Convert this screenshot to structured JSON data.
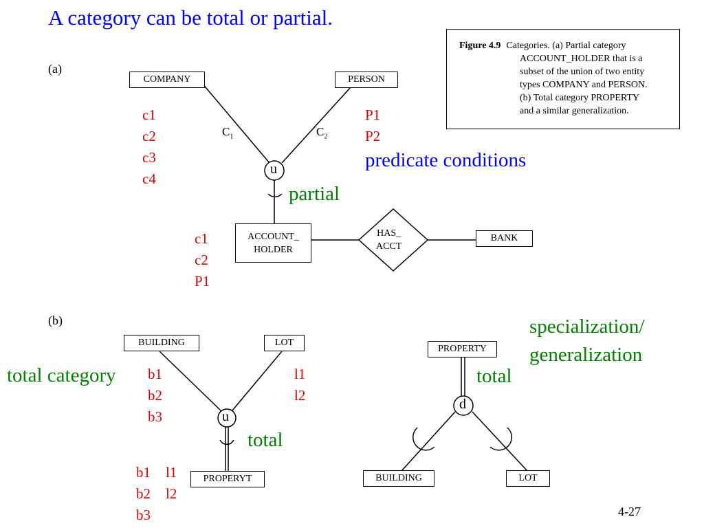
{
  "title": "A category can be total or partial.",
  "part_a": {
    "label": "(a)",
    "company": "COMPANY",
    "person": "PERSON",
    "c1_label": "C",
    "c1_sub": "1",
    "c2_label": "C",
    "c2_sub": "2",
    "union_symbol": "u",
    "account_holder_line1": "ACCOUNT_",
    "account_holder_line2": "HOLDER",
    "has_acct_line1": "HAS_",
    "has_acct_line2": "ACCT",
    "bank": "BANK",
    "company_instances": [
      "c1",
      "c2",
      "c3",
      "c4"
    ],
    "person_instances": [
      "P1",
      "P2"
    ],
    "account_holder_instances": [
      "c1",
      "c2",
      "P1"
    ],
    "predicate_note": "predicate conditions",
    "partial_note": "partial"
  },
  "part_b": {
    "label": "(b)",
    "building": "BUILDING",
    "lot": "LOT",
    "union_symbol": "u",
    "category_entity": "PROPERYT",
    "building_instances": [
      "b1",
      "b2",
      "b3"
    ],
    "lot_instances": [
      "l1",
      "l2"
    ],
    "category_instances_col1": [
      "b1",
      "b2",
      "b3"
    ],
    "category_instances_col2": [
      "l1",
      "l2"
    ],
    "total_category_note": "total category",
    "total_note_left": "total",
    "property": "PROPERTY",
    "disjoint_symbol": "d",
    "building2": "BUILDING",
    "lot2": "LOT",
    "total_note_right": "total",
    "specialization_note_line1": "specialization/",
    "specialization_note_line2": "generalization"
  },
  "caption": {
    "figure_label": "Figure 4.9",
    "line1": "Categories. (a) Partial category",
    "line2": "ACCOUNT_HOLDER that is a",
    "line3": "subset of the union of two entity",
    "line4": "types COMPANY and PERSON.",
    "line5": "(b) Total category PROPERTY",
    "line6": "and a similar generalization."
  },
  "page_number": "4-27",
  "colors": {
    "title": "#0000ff",
    "instances": "#e00000",
    "notes_green": "#008000",
    "notes_blue": "#0000ff"
  }
}
